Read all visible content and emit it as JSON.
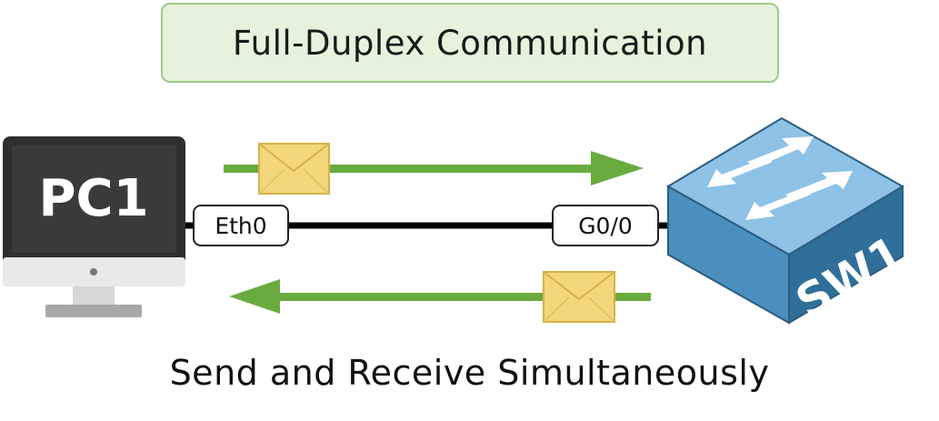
{
  "title": "Full-Duplex Communication",
  "caption": "Send and Receive Simultaneously",
  "devices": {
    "pc": {
      "label": "PC1",
      "port": "Eth0"
    },
    "switch": {
      "label": "SW1",
      "port": "G0/0"
    }
  },
  "colors": {
    "arrow": "#6aab3f",
    "title_bg": "#e7f2dc",
    "title_border": "#9fc98a",
    "envelope": "#f3d77a",
    "switch_top": "#8ec2e6",
    "switch_side": "#2f6f99",
    "link": "#000000"
  },
  "icons": [
    "envelope-icon",
    "monitor-icon",
    "switch-icon"
  ]
}
